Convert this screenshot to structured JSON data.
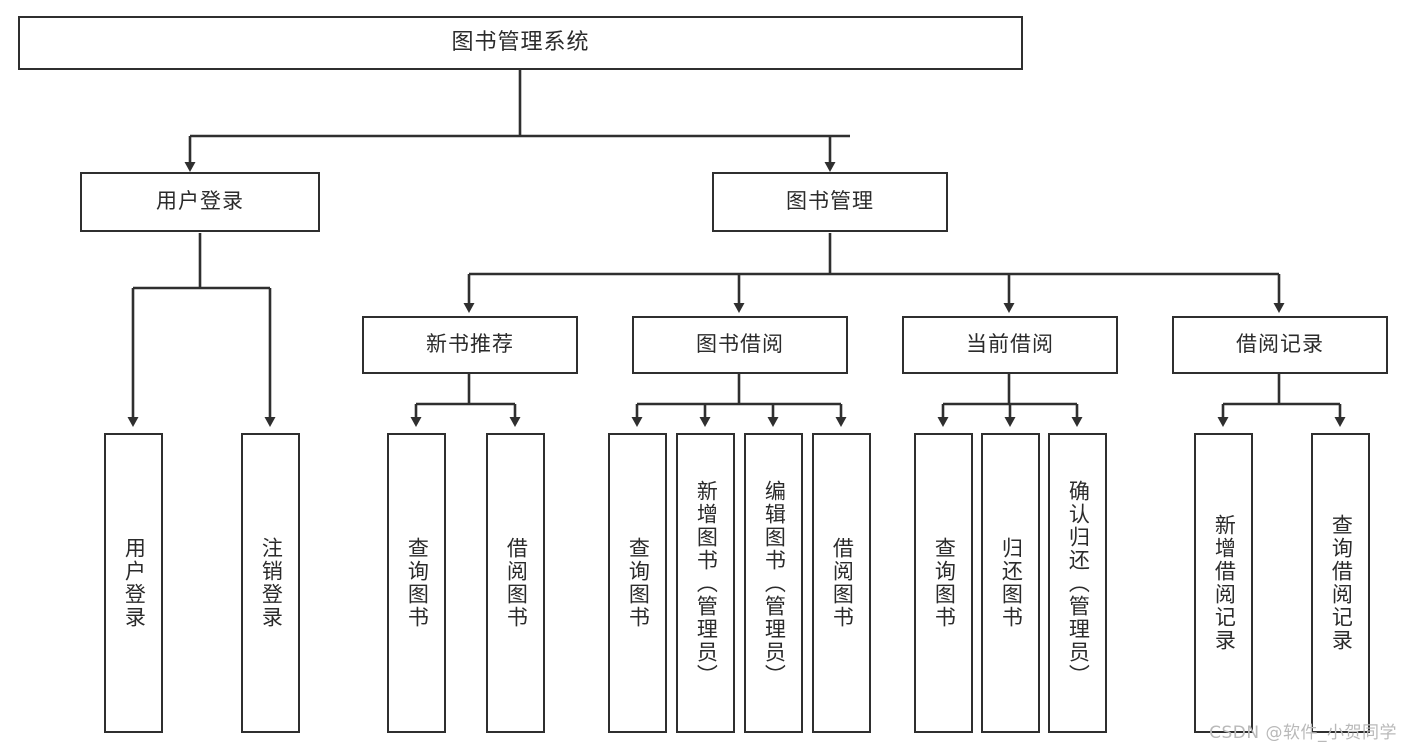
{
  "diagram": {
    "title": "图书管理系统",
    "type": "tree",
    "root": {
      "id": "root",
      "label": "图书管理系统"
    },
    "level1": [
      {
        "id": "user-login",
        "label": "用户登录"
      },
      {
        "id": "book-manage",
        "label": "图书管理"
      }
    ],
    "level2": [
      {
        "id": "new-book-recommend",
        "label": "新书推荐",
        "parent": "book-manage"
      },
      {
        "id": "book-borrow",
        "label": "图书借阅",
        "parent": "book-manage"
      },
      {
        "id": "current-borrow",
        "label": "当前借阅",
        "parent": "book-manage"
      },
      {
        "id": "borrow-record",
        "label": "借阅记录",
        "parent": "book-manage"
      }
    ],
    "leaves": [
      {
        "id": "leaf-user-login",
        "label": "用户登录",
        "parent": "user-login"
      },
      {
        "id": "leaf-logout",
        "label": "注销登录",
        "parent": "user-login"
      },
      {
        "id": "leaf-query-book-1",
        "label": "查询图书",
        "parent": "new-book-recommend"
      },
      {
        "id": "leaf-borrow-book-1",
        "label": "借阅图书",
        "parent": "new-book-recommend"
      },
      {
        "id": "leaf-query-book-2",
        "label": "查询图书",
        "parent": "book-borrow"
      },
      {
        "id": "leaf-add-book",
        "label": "新增图书（管理员）",
        "parent": "book-borrow"
      },
      {
        "id": "leaf-edit-book",
        "label": "编辑图书（管理员）",
        "parent": "book-borrow"
      },
      {
        "id": "leaf-borrow-book-2",
        "label": "借阅图书",
        "parent": "book-borrow"
      },
      {
        "id": "leaf-query-book-3",
        "label": "查询图书",
        "parent": "current-borrow"
      },
      {
        "id": "leaf-return-book",
        "label": "归还图书",
        "parent": "current-borrow"
      },
      {
        "id": "leaf-confirm-return",
        "label": "确认归还（管理员）",
        "parent": "current-borrow"
      },
      {
        "id": "leaf-add-record",
        "label": "新增借阅记录",
        "parent": "borrow-record"
      },
      {
        "id": "leaf-query-record",
        "label": "查询借阅记录",
        "parent": "borrow-record"
      }
    ]
  },
  "watermark": {
    "text": "CSDN @软件_小贺同学"
  },
  "colors": {
    "stroke": "#2f2f2f",
    "text": "#2b2b2b",
    "background": "#ffffff",
    "watermark": "#b9b9b9"
  }
}
